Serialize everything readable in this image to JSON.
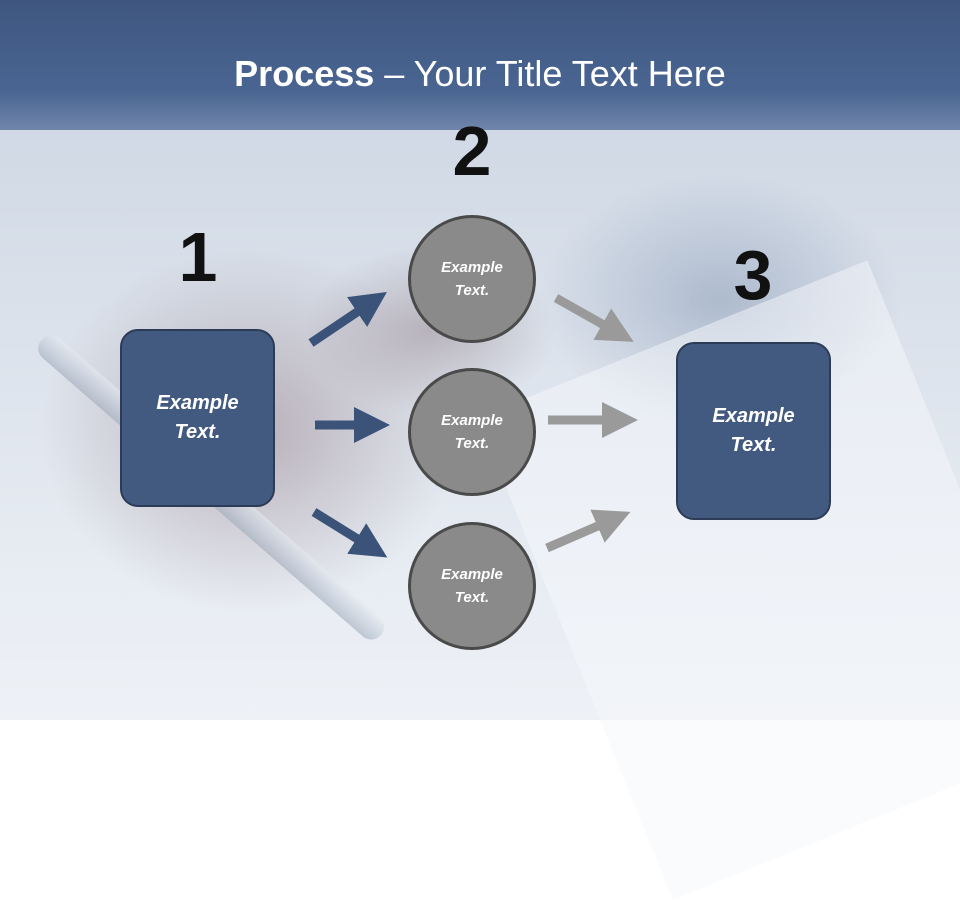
{
  "title": {
    "bold": "Process",
    "rest": " – Your Title Text Here"
  },
  "steps": [
    {
      "number": "1"
    },
    {
      "number": "2"
    },
    {
      "number": "3"
    }
  ],
  "left_box": {
    "line1": "Example",
    "line2": "Text."
  },
  "right_box": {
    "line1": "Example",
    "line2": "Text."
  },
  "circles": [
    {
      "line1": "Example",
      "line2": "Text."
    },
    {
      "line1": "Example",
      "line2": "Text."
    },
    {
      "line1": "Example",
      "line2": "Text."
    }
  ],
  "colors": {
    "header": "#435a80",
    "box_fill": "#435a80",
    "circle_fill": "#8a8a8a",
    "arrow_blue": "#3c5379",
    "arrow_gray": "#9a9a9a"
  }
}
